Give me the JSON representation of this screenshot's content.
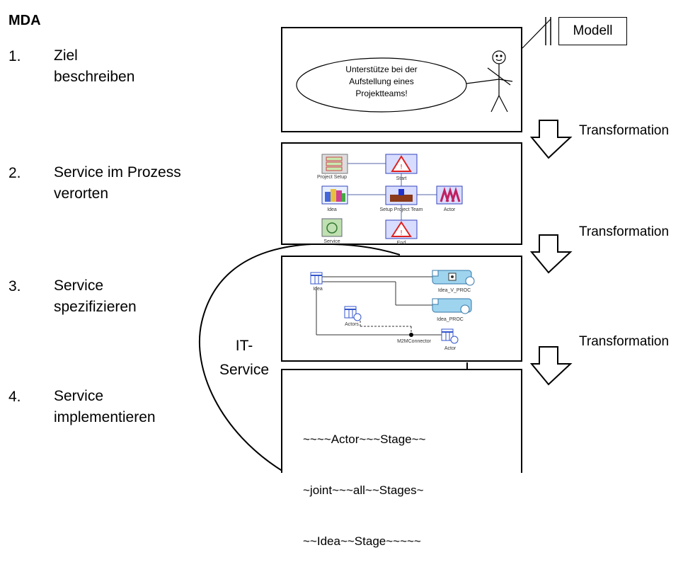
{
  "title": "MDA",
  "steps": [
    {
      "num": "1.",
      "line1": "Ziel",
      "line2": "beschreiben"
    },
    {
      "num": "2.",
      "line1": "Service im Prozess",
      "line2": "verorten"
    },
    {
      "num": "3.",
      "line1": "Service",
      "line2": "spezifizieren"
    },
    {
      "num": "4.",
      "line1": "Service",
      "line2": "implementieren"
    }
  ],
  "modell_label": "Modell",
  "transformation_label": "Transformation",
  "panel1": {
    "ellipse_lines": [
      "Unterstütze bei der",
      "Aufstellung eines",
      "Projektteams!"
    ]
  },
  "panel2": {
    "nodes": [
      "Project Setup",
      "Start",
      "Idea",
      "Setup Project Team",
      "Actor",
      "Service",
      "End"
    ]
  },
  "panel3": {
    "nodes": [
      "Idea",
      "Idea_V_PROC",
      "Idea_PROC",
      "Actors",
      "M2MConnector",
      "Actor"
    ]
  },
  "it_service": {
    "line1": "IT-",
    "line2": "Service"
  },
  "code_lines": [
    "~~~~Actor~~~Stage~~",
    "~joint~~~all~~Stages~",
    "~~Idea~~Stage~~~~~"
  ]
}
